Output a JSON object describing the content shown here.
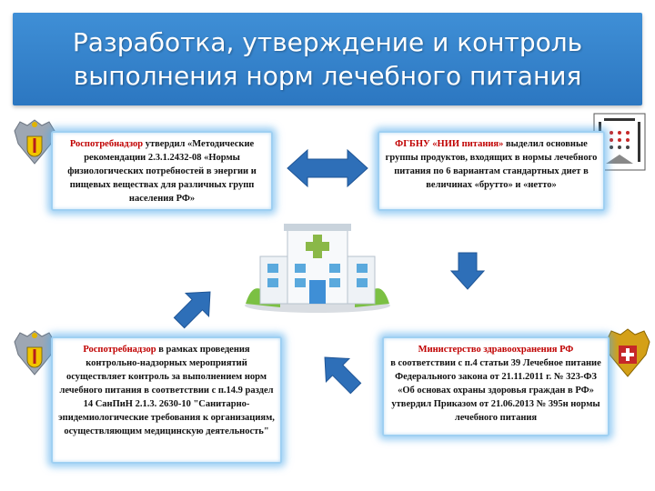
{
  "header": {
    "title_line1": "Разработка, утверждение и контроль",
    "title_line2": "выполнения норм лечебного питания"
  },
  "boxes": {
    "top_left": {
      "highlight": "Роспотребнадзор",
      "text": "утвердил «Методические рекомендации 2.3.1.2432-08 «Нормы физиологических потребностей в энергии и пищевых веществах для различных групп населения РФ»"
    },
    "top_right": {
      "highlight": "ФГБНУ «НИИ питания»",
      "text": "выделил основные группы продуктов, входящих в нормы лечебного питания по 6 вариантам стандартных диет в величинах «брутто» и «нетто»"
    },
    "bottom_left": {
      "highlight": "Роспотребнадзор",
      "text": "в рамках проведения контрольно-надзорных мероприятий осуществляет контроль за выполнением норм лечебного питания в соответствии с п.14.9 раздел 14 СанПиН 2.1.3. 2630-10 \"Санитарно-эпидемиологические требования к организациям, осуществляющим медицинскую деятельность\""
    },
    "bottom_right": {
      "highlight": "Министерство здравоохранения РФ",
      "text": "в соответствии с п.4 статьи 39 Лечебное питание Федерального закона от 21.11.2011 г. № 323-ФЗ «Об основах охраны здоровья граждан в РФ» утвердил Приказом от 21.06.2013 № 395н нормы лечебного питания"
    }
  },
  "colors": {
    "header_blue": "#2f7cc6",
    "arrow_blue": "#2e6fb8",
    "highlight_red": "#c00000",
    "box_glow": "#5aaaeb"
  },
  "icons": [
    "eagle-emblem-icon",
    "institute-logo-icon",
    "hospital-building-icon",
    "double-arrow-icon",
    "arrow-down-icon",
    "arrow-up-left-icon",
    "arrow-up-right-icon"
  ]
}
